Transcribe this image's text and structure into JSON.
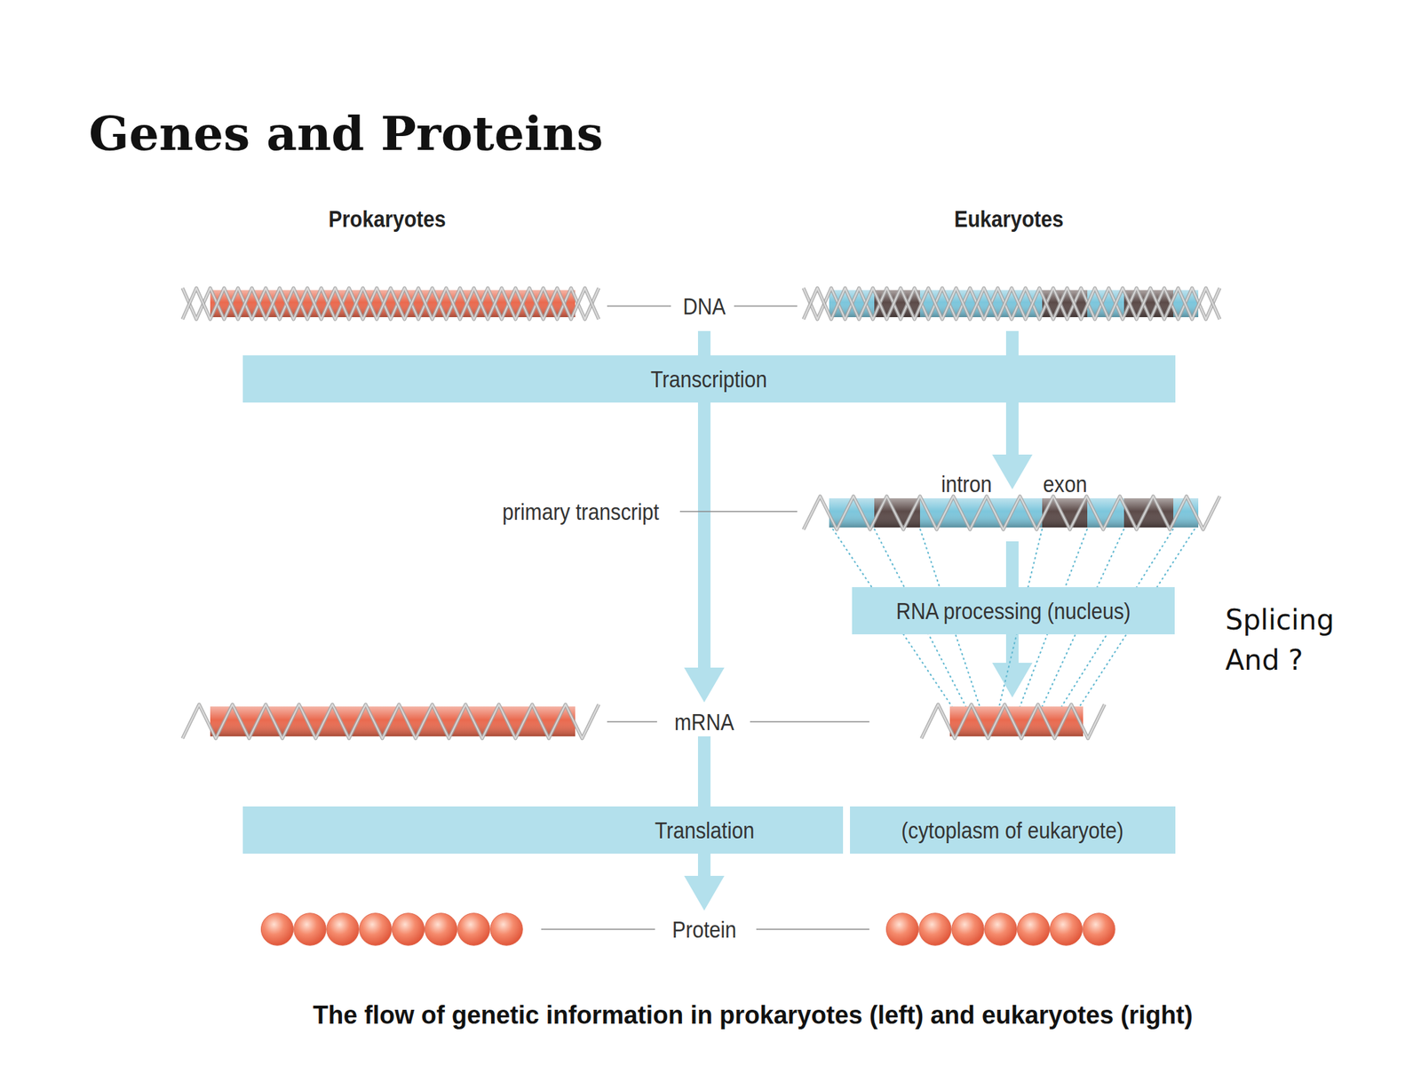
{
  "diagram": {
    "title": "Genes and Proteins",
    "caption": "The flow of genetic information in prokaryotes (left) and eukaryotes (right)",
    "nodes": [
      {
        "text": [
          "Transcription"
        ]
      },
      {
        "text": [
          "RNA processing (nucleus)"
        ]
      },
      {
        "text": [
          "Translation"
        ]
      },
      {
        "text": [
          "(cytoplasm of eukaryote)"
        ]
      }
    ],
    "labels": [
      "Prokaryotes",
      "Eukaryotes",
      "DNA",
      "intron",
      "exon",
      "primary transcript",
      "mRNA",
      "Protein",
      "Splicing And ?"
    ]
  }
}
